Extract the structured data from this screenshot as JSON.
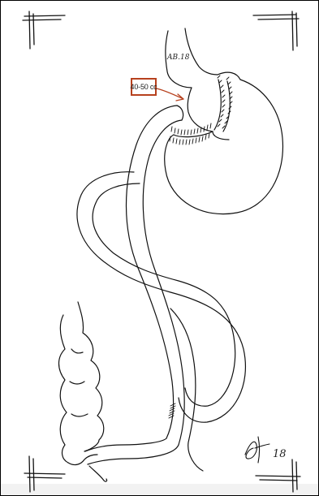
{
  "diagram": {
    "volume_label": "40-50 cc",
    "pouch_signature": "AB.18",
    "corner_signature": "18",
    "colors": {
      "line": "#111111",
      "label_border": "#b7411e",
      "arrow": "#b7411e"
    }
  }
}
